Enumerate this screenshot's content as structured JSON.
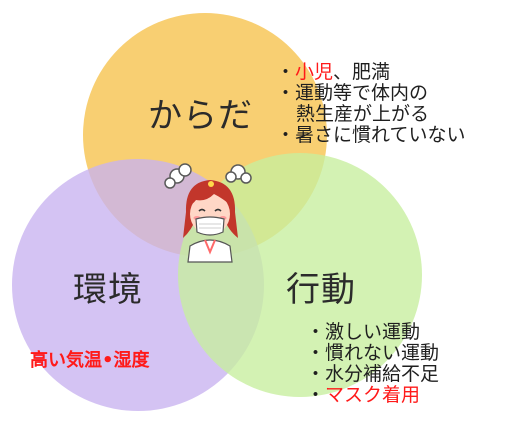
{
  "circles": {
    "body": {
      "title": "からだ",
      "color": "#f6c24a",
      "notes": [
        {
          "bullet": "・",
          "emph": "小児",
          "rest": "、肥満"
        },
        {
          "bullet": "・",
          "emph": "",
          "rest": "運動等で体内の"
        },
        {
          "bullet": "",
          "emph": "",
          "rest": "熱生産が上がる"
        },
        {
          "bullet": "・",
          "emph": "",
          "rest": "暑さに慣れていない"
        }
      ]
    },
    "environment": {
      "title": "環境",
      "color": "#c8b2ef",
      "note": "高い気温•湿度"
    },
    "behavior": {
      "title": "行動",
      "color": "#c6ee9d",
      "notes": [
        {
          "bullet": "・",
          "emph": "",
          "rest": "激しい運動"
        },
        {
          "bullet": "・",
          "emph": "",
          "rest": "慣れない運動"
        },
        {
          "bullet": "・",
          "emph": "",
          "rest": "水分補給不足"
        },
        {
          "bullet": "・",
          "emph": "マスク着用",
          "rest": ""
        }
      ]
    }
  },
  "center_figure": "masked-girl-with-steam",
  "accent_red": "#ff1a1a"
}
